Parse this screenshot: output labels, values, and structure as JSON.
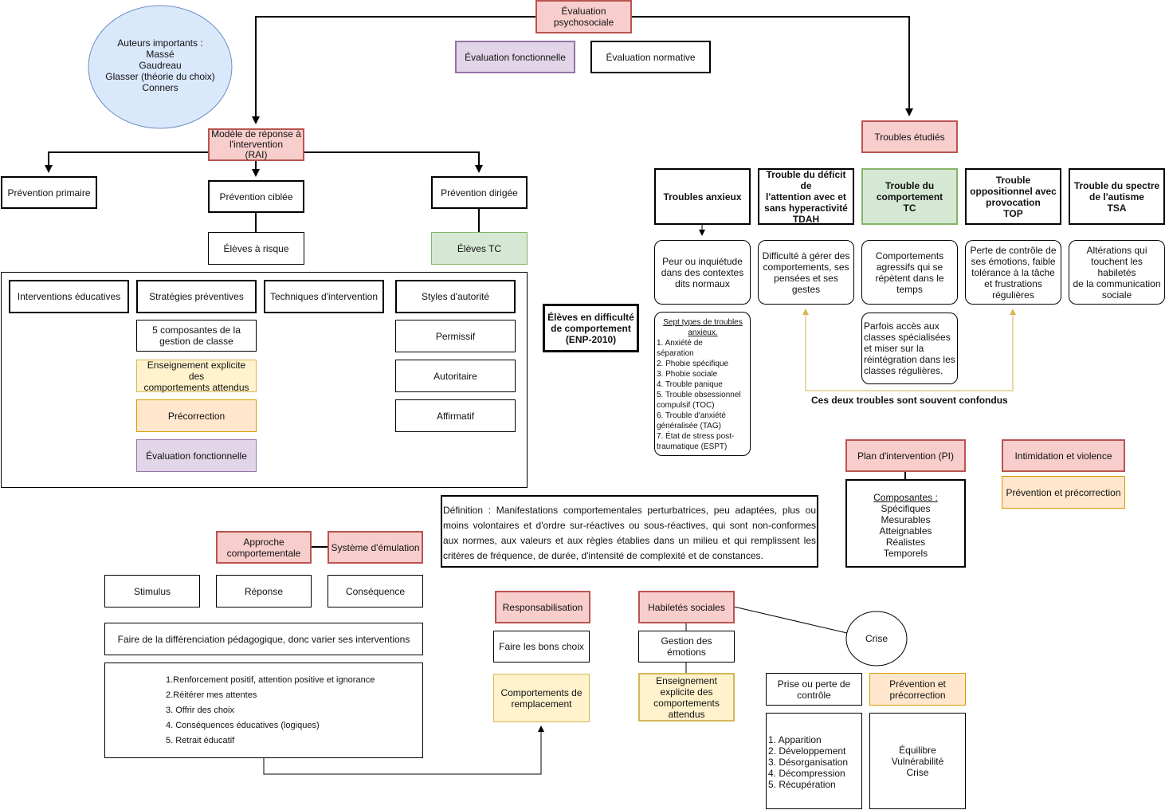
{
  "top": {
    "eval_psycho": "Évaluation\npsychosociale",
    "eval_fonctionnelle": "Évaluation fonctionnelle",
    "eval_normative": "Évaluation normative",
    "authors": [
      "Auteurs importants :",
      "Massé",
      "Gaudreau",
      "Glasser (théorie du choix)",
      "Conners"
    ]
  },
  "rai": {
    "title": "Modèle de réponse à\nl'intervention\n(RAI)",
    "prevention_primaire": "Prévention primaire",
    "prevention_ciblee": "Prévention ciblée",
    "prevention_dirigee": "Prévention dirigée",
    "eleves_risque": "Élèves à risque",
    "eleves_tc": "Élèves TC"
  },
  "panel": {
    "interventions": "Interventions éducatives",
    "strategies": "Stratégies préventives",
    "techniques": "Techniques d'intervention",
    "styles": "Styles d'autorité",
    "composantes": "5 composantes de la\ngestion de classe",
    "enseignement": "Enseignement explicite des\ncomportements attendus",
    "precorrection": "Précorrection",
    "eval_fonctionnelle": "Évaluation fonctionnelle",
    "permissif": "Permissif",
    "autoritaire": "Autoritaire",
    "affirmatif": "Affirmatif"
  },
  "eleves_difficulte": "Élèves en difficulté\nde comportement\n(ENP-2010)",
  "troubles": {
    "title": "Troubles étudiés",
    "anxieux": "Troubles anxieux",
    "tdah": "Trouble du déficit de\nl'attention avec et\nsans hyperactivité\nTDAH",
    "tc": "Trouble du\ncomportement\nTC",
    "top": "Trouble\noppositionnel avec\nprovocation\nTOP",
    "tsa": "Trouble du spectre\nde l'autisme\nTSA",
    "anxieux_desc": "Peur ou inquiétude\ndans des contextes\ndits normaux",
    "tdah_desc": "Difficulté à gérer des\ncomportements, ses\npensées et ses\ngestes",
    "tc_desc": "Comportements\nagressifs qui se\nrépètent dans le\ntemps",
    "top_desc": "Perte de contrôle de\nses émotions, faible\ntolérance à la tâche\net frustrations\nrégulières",
    "tsa_desc": "Altérations qui\ntouchent les habiletés\nde la communication\nsociale",
    "tc_extra": "Parfois accès aux\nclasses spécialisées\net miser sur la\nréintégration dans les\nclasses régulières.",
    "confondus": "Ces deux troubles sont souvent confondus",
    "sept_title": "Sept types de troubles\nanxieux.",
    "sept_items": [
      "1. Anxiété de",
      "séparation",
      "2. Phobie spécifique",
      "3. Phobie sociale",
      "4. Trouble panique",
      "5. Trouble obsessionnel",
      "compulsif (TOC)",
      "6. Trouble d'anxiété",
      "généralisée (TAG)",
      "7. État de stress post-",
      "traumatique (ESPT)"
    ]
  },
  "pi": {
    "title": "Plan d'intervention (PI)",
    "composantes_title": "Composantes :",
    "items": [
      "Spécifiques",
      "Mesurables",
      "Atteignables",
      "Réalistes",
      "Temporels"
    ]
  },
  "intimidation": {
    "title": "Intimidation et violence",
    "prevention": "Prévention et précorrection"
  },
  "definition": "Définition : Manifestations comportementales perturbatrices, peu adaptées, plus ou moins volontaires et d'ordre sur-réactives ou sous-réactives, qui sont non-conformes aux normes, aux valeurs et aux règles établies dans un milieu et qui remplissent les critères de fréquence, de durée, d'intensité de complexité et de constances.",
  "approche": {
    "title": "Approche\ncomportementale",
    "emulation": "Système d'émulation",
    "stimulus": "Stimulus",
    "reponse": "Réponse",
    "consequence": "Conséquence",
    "differenciation": "Faire de la différenciation pédagogique, donc varier ses interventions",
    "list": [
      "1.Renforcement positif, attention positive et ignorance",
      "2.Réitérer mes attentes",
      "3. Offrir des choix",
      "4. Conséquences éducatives (logiques)",
      "5. Retrait éducatif"
    ]
  },
  "respons": {
    "title": "Responsabilisation",
    "bons_choix": "Faire les bons choix",
    "remplacement": "Comportements de\nremplacement"
  },
  "habiletes": {
    "title": "Habiletés sociales",
    "gestion": "Gestion des\némotions",
    "enseignement": "Enseignement\nexplicite des\ncomportements\nattendus"
  },
  "crise": {
    "title": "Crise",
    "prise": "Prise ou perte de\ncontrôle",
    "prevention": "Prévention et\nprécorrection",
    "phases": [
      "1. Apparition",
      "2. Développement",
      "3. Désorganisation",
      "4. Décompression",
      "5. Récupération"
    ],
    "equilibre": "Équilibre\nVulnérabilité\nCrise"
  },
  "colors": {
    "pink_fill": "#f8cecc",
    "pink_stroke": "#b85450",
    "purple_fill": "#e1d5e7",
    "purple_stroke": "#9673a6",
    "green_fill": "#d5e8d4",
    "green_stroke": "#82b366",
    "yellow_fill": "#fff2cc",
    "yellow_stroke": "#d6b656",
    "orange_fill": "#ffe6cc",
    "orange_stroke": "#d79b00",
    "ellipse_fill": "#dae8fc",
    "ellipse_stroke": "#6c8ebf"
  }
}
